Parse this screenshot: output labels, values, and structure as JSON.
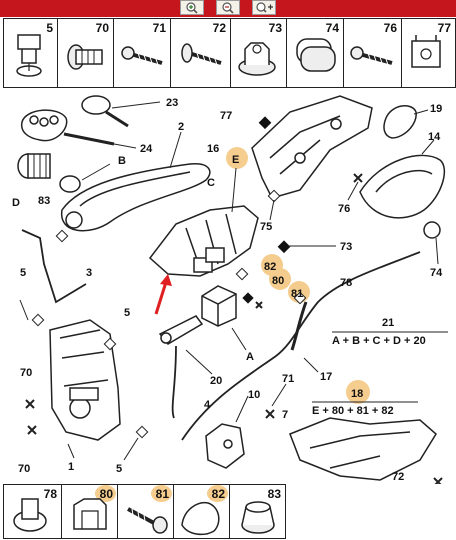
{
  "toolbar": {
    "buttons": [
      "zoom-in-icon",
      "zoom-out-icon",
      "zoom-fit-icon"
    ]
  },
  "colors": {
    "header": "#c4161c",
    "highlight": "#f3c47a",
    "arrow": "#e02020"
  },
  "parts_top": [
    "5",
    "70",
    "71",
    "72",
    "73",
    "74",
    "76",
    "77"
  ],
  "parts_bottom": [
    "78",
    "80",
    "81",
    "82",
    "83"
  ],
  "callouts": {
    "c23": "23",
    "c2": "2",
    "c24": "24",
    "c16": "16",
    "cE": "E",
    "c77": "77",
    "c19": "19",
    "c14": "14",
    "cB": "B",
    "cC": "C",
    "cD": "D",
    "c83": "83",
    "c75": "75",
    "c73": "73",
    "c76": "76",
    "c74": "74",
    "c3": "3",
    "c5a": "5",
    "c82": "82",
    "c80": "80",
    "c81": "81",
    "c78": "78",
    "c21": "21",
    "c5b": "5",
    "cA": "A",
    "c20": "20",
    "c70a": "70",
    "c4": "4",
    "c10": "10",
    "c71": "71",
    "c17": "17",
    "c18": "18",
    "c7": "7",
    "c70b": "70",
    "c1": "1",
    "c5c": "5",
    "c72": "72"
  },
  "formulas": {
    "f21": "A + B + C + D + 20",
    "f18": "E + 80 + 81 + 82"
  }
}
